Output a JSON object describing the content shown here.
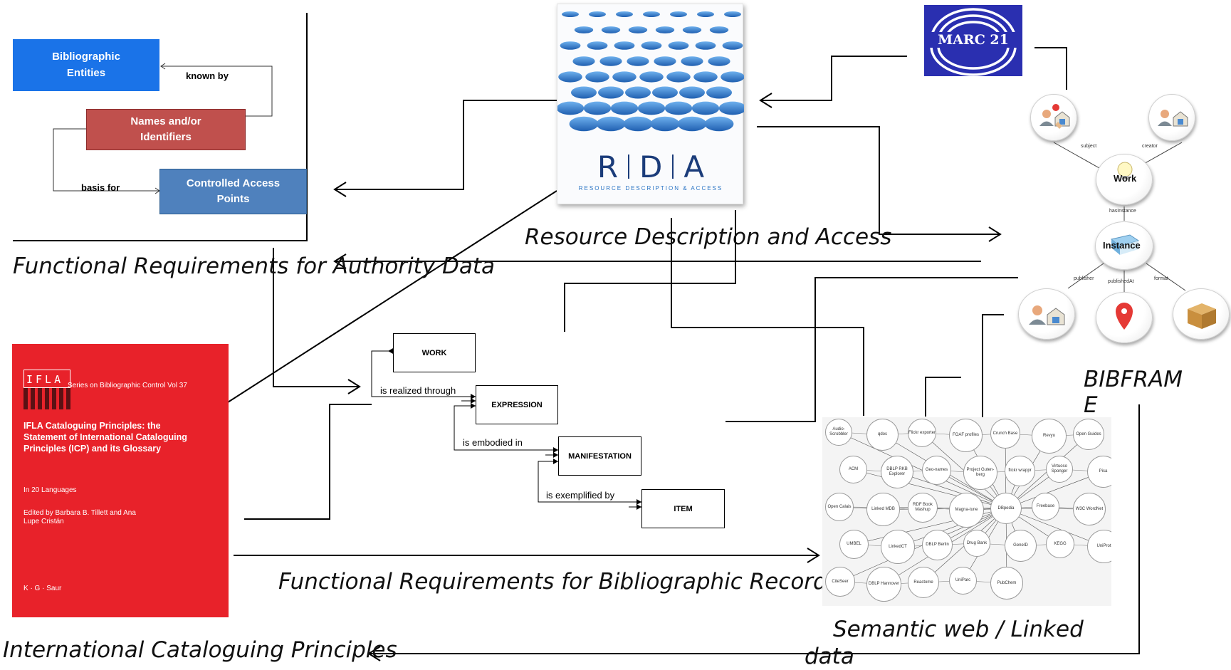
{
  "frad": {
    "caption": "Functional Requirements for Authority Data",
    "entities_box": "Bibliographic Entities",
    "names_box": "Names and/or Identifiers",
    "cap_box": "Controlled Access Points",
    "known_by": "known by",
    "basis_for": "basis for",
    "colors": {
      "blue": "#1a73e8",
      "red": "#c0504d",
      "steel": "#4f81bd"
    }
  },
  "rda": {
    "caption": "Resource Description and Access",
    "logo_letters": [
      "R",
      "D",
      "A"
    ],
    "logo_subtitle": "RESOURCE DESCRIPTION & ACCESS",
    "colors": {
      "ink": "#1b3c7a",
      "dots": "#2a74c4"
    }
  },
  "marc": {
    "logo_text": "MARC 21",
    "color": "#2a2fb0"
  },
  "bibframe": {
    "caption_line1": "BIBFRAM",
    "caption_line2": "E",
    "work_label": "Work",
    "instance_label": "Instance",
    "edge_subject": "subject",
    "edge_creator": "creator",
    "edge_has_instance": "hasInstance",
    "edge_publisher": "publisher",
    "edge_published_at": "publishedAt",
    "edge_format": "format"
  },
  "icp": {
    "caption": "International Cataloguing  Principles",
    "logo": "IFLA",
    "series": "Series on Bibliographic Control Vol 37",
    "title": "IFLA Cataloguing Principles: the Statement of International Cataloguing Principles (ICP) and its Glossary",
    "languages": "In 20 Languages",
    "edited": "Edited by Barbara B. Tillett and Ana Lupe Cristán",
    "publisher": "K · G · Saur",
    "color": "#e8222a"
  },
  "frbr": {
    "caption": "Functional Requirements for Bibliographic Records",
    "boxes": [
      "WORK",
      "EXPRESSION",
      "MANIFESTATION",
      "ITEM"
    ],
    "relations": [
      "is realized through",
      "is embodied in",
      "is exemplified by"
    ]
  },
  "lod": {
    "caption_line1": "Semantic web / Linked",
    "caption_line2": "data",
    "nodes": [
      "Audio-Scrobbler",
      "qdos",
      "Flickr exporter",
      "FOAF profiles",
      "Crunch Base",
      "Revyu",
      "Open Guides",
      "ACM",
      "DBLP RKB Explorer",
      "Geo-names",
      "Project Guten-berg",
      "flickr wrappr",
      "Virtuoso Sponger",
      "Pisa",
      "Open Calais",
      "Linked MDB",
      "RDF Book Mashup",
      "Magna-tune",
      "DBpedia",
      "Freebase",
      "W3C WordNet",
      "UMBEL",
      "LinkedCT",
      "DBLP Berlin",
      "Drug Bank",
      "GeneID",
      "KEGG",
      "UniProt",
      "CiteSeer",
      "DBLP Hannover",
      "Reactome",
      "UniParc",
      "PubChem"
    ]
  }
}
